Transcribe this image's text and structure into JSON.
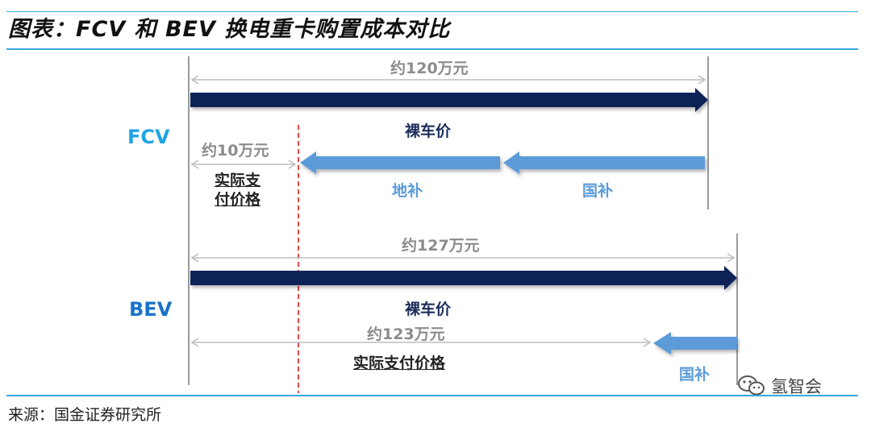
{
  "title": "图表：FCV 和 BEV 换电重卡购置成本对比",
  "source": "来源：国金证券研究所",
  "watermark": "氢智会",
  "fcv": {
    "label": "FCV",
    "total": "约120万元",
    "bare_price": "裸车价",
    "actual_amount": "约10万元",
    "actual_price_line1": "实际支",
    "actual_price_line2": "付价格",
    "local_subsidy": "地补",
    "national_subsidy": "国补"
  },
  "bev": {
    "label": "BEV",
    "total": "约127万元",
    "bare_price": "裸车价",
    "actual_amount": "约123万元",
    "actual_price": "实际支付价格",
    "national_subsidy": "国补"
  },
  "colors": {
    "rule": "#3aa7e0",
    "bare_arrow": "#0d2456",
    "subsidy_arrow": "#5b9bd8",
    "divider": "#e8454a",
    "fcv_label": "#1fa4e6",
    "bev_label": "#1a73c8"
  }
}
